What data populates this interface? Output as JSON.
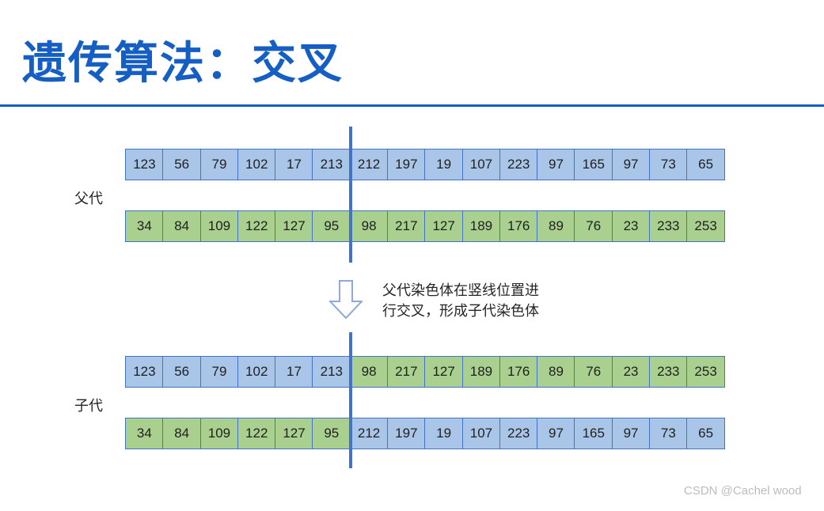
{
  "page": {
    "title": "遗传算法：交叉",
    "watermark": "CSDN @Cachel wood"
  },
  "labels": {
    "parent": "父代",
    "child": "子代"
  },
  "annotation": {
    "line1": "父代染色体在竖线位置进",
    "line2": "行交叉，形成子代染色体"
  },
  "crossover": {
    "point_index": 6
  },
  "colors": {
    "title_blue": "#155FC4",
    "divider_blue": "#4472C4",
    "cell_blue_fill": "#A9C6E8",
    "cell_green_fill": "#A9D08E",
    "cell_border": "#4472C4",
    "cell_text": "#1f1f1f",
    "watermark_gray": "#BCBCBC"
  },
  "chromosomes": {
    "parent1": {
      "first_color": "blue",
      "second_color": "blue",
      "split": 16,
      "values": [
        123,
        56,
        79,
        102,
        17,
        213,
        212,
        197,
        19,
        107,
        223,
        97,
        165,
        97,
        73,
        65
      ]
    },
    "parent2": {
      "first_color": "green",
      "second_color": "green",
      "split": 16,
      "values": [
        34,
        84,
        109,
        122,
        127,
        95,
        98,
        217,
        127,
        189,
        176,
        89,
        76,
        23,
        233,
        253
      ]
    },
    "child1": {
      "first_color": "blue",
      "second_color": "green",
      "split": 6,
      "values": [
        123,
        56,
        79,
        102,
        17,
        213,
        98,
        217,
        127,
        189,
        176,
        89,
        76,
        23,
        233,
        253
      ]
    },
    "child2": {
      "first_color": "green",
      "second_color": "blue",
      "split": 6,
      "values": [
        34,
        84,
        109,
        122,
        127,
        95,
        212,
        197,
        19,
        107,
        223,
        97,
        165,
        97,
        73,
        65
      ]
    }
  }
}
